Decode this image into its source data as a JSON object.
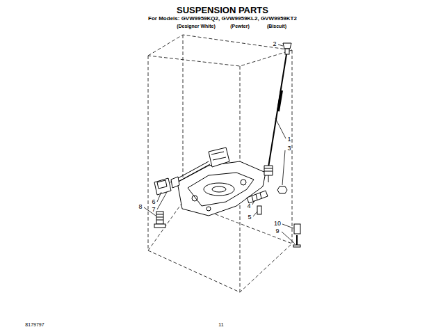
{
  "diagram": {
    "title": "SUSPENSION PARTS",
    "labels": [
      "For Models: GVW9959KQ2, GVW9959KL2, GVW9959KT2",
      "(Designer White)",
      "(Pewter)",
      "(Biscuit)",
      "2",
      "1",
      "3",
      "4",
      "5",
      "10",
      "9",
      "6",
      "7",
      "8",
      "8179797",
      "11"
    ]
  }
}
